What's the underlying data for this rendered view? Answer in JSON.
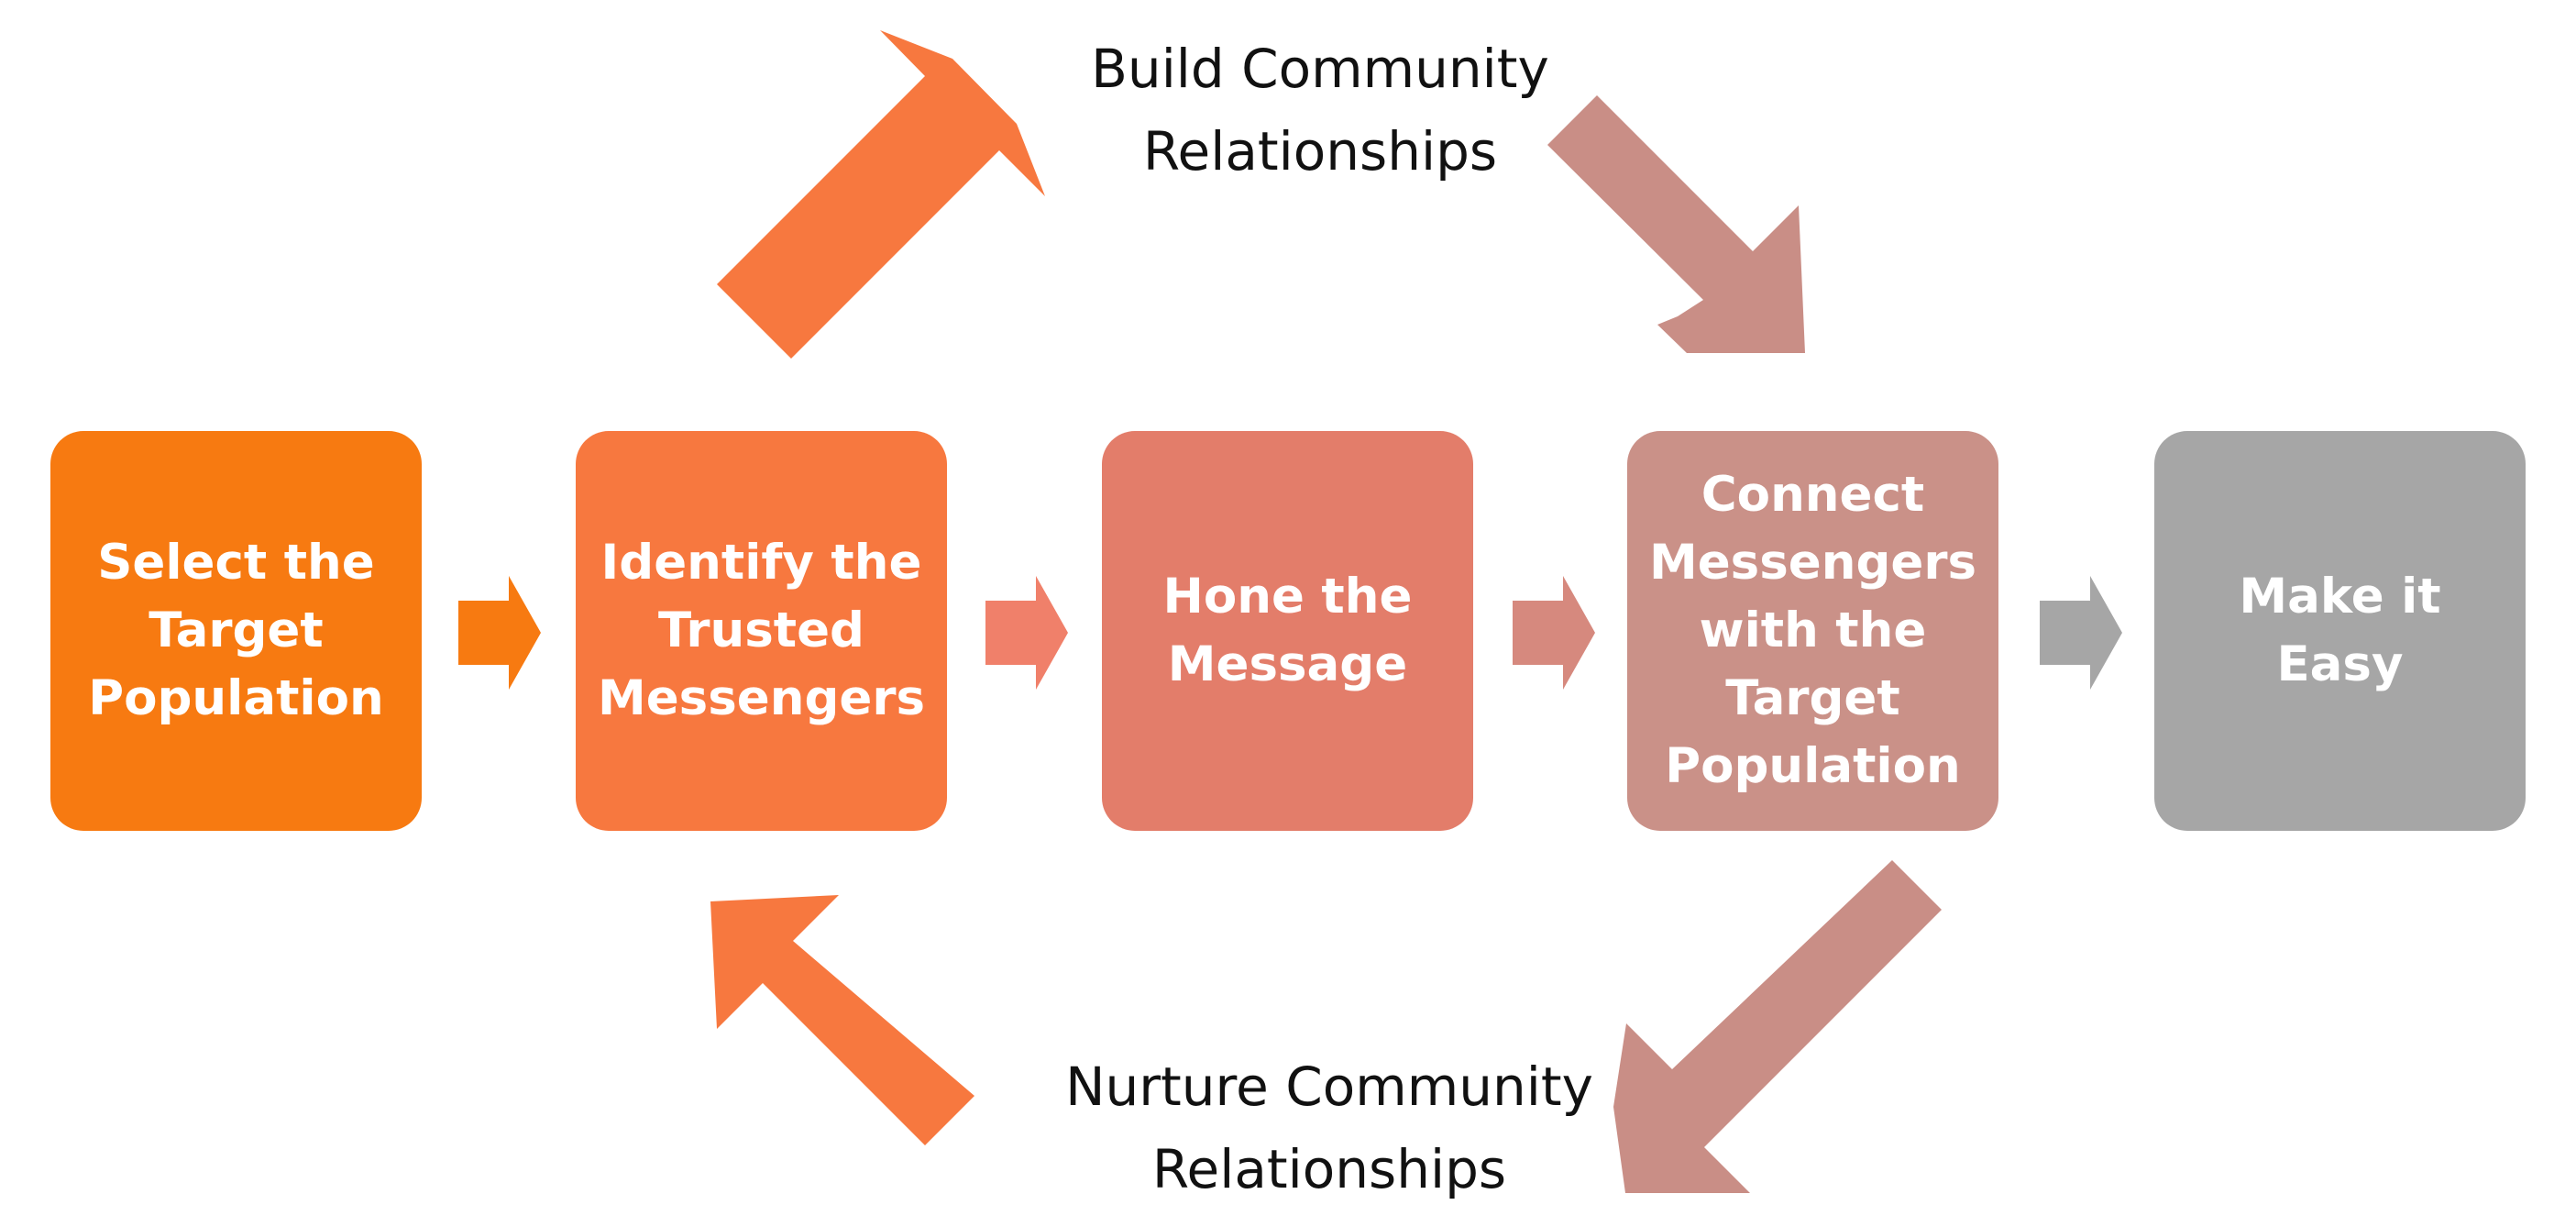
{
  "steps": [
    {
      "label": "Select the\nTarget\nPopulation",
      "color": "#F77A11"
    },
    {
      "label": "Identify the\nTrusted\nMessengers",
      "color": "#F7783F"
    },
    {
      "label": "Hone the\nMessage",
      "color": "#E37D6A"
    },
    {
      "label": "Connect\nMessengers\nwith the\nTarget\nPopulation",
      "color": "#CA9188"
    },
    {
      "label": "Make it Easy",
      "color": "#A6A6A6"
    }
  ],
  "loop": {
    "top_label": "Build Community\nRelationships",
    "bottom_label": "Nurture Community\nRelationships"
  },
  "colors": {
    "orange_arrow": "#F7783F",
    "rose_arrow": "#C98E86",
    "small_arrows": [
      "#F77A11",
      "#F0806A",
      "#D6897E",
      "#A6A6A6"
    ]
  }
}
